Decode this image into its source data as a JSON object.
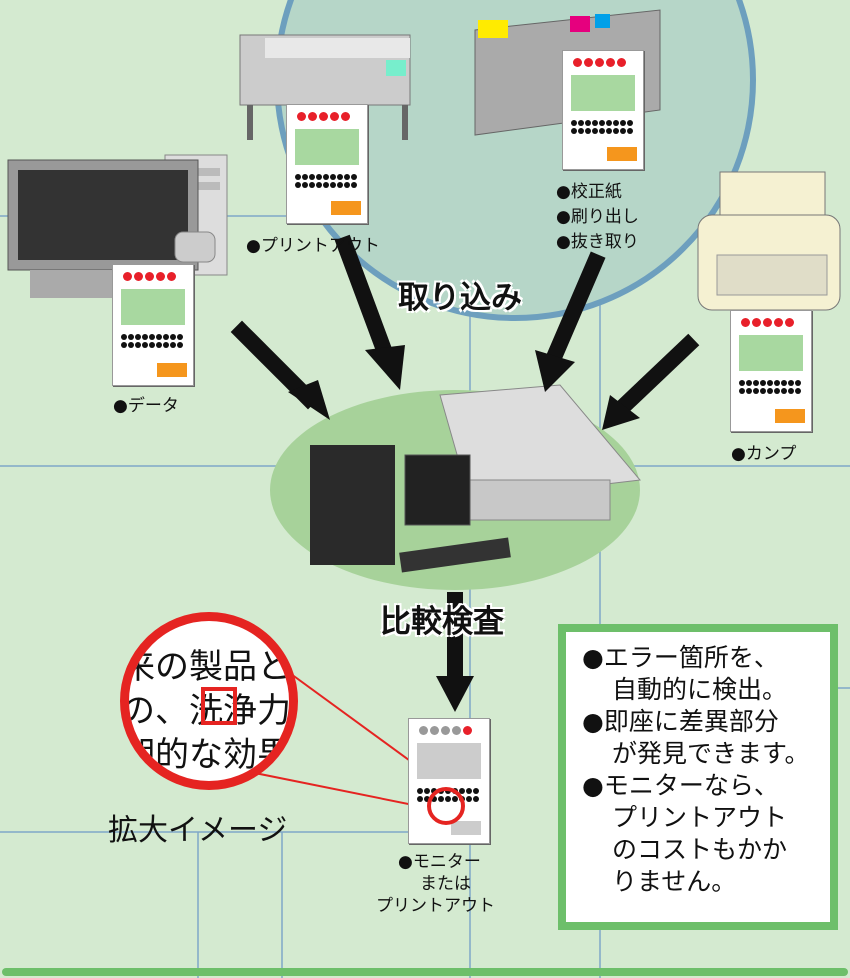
{
  "labels": {
    "printout": "●プリントアウト",
    "proof_lines": [
      "●校正紙",
      "●刷り出し",
      "●抜き取り"
    ],
    "data": "●データ",
    "kanpu": "●カンプ",
    "import_title": "取り込み",
    "compare_title": "比較検査",
    "monitor_lines": [
      "●モニター",
      "または",
      "プリントアウト"
    ],
    "zoom_label": "拡大イメージ"
  },
  "benefits": [
    "●エラー箇所を、",
    "自動的に検出。",
    "●即座に差異部分",
    "が発見できます。",
    "●モニターなら、",
    "プリントアウト",
    "のコストもかか",
    "りません。"
  ],
  "magnifier_text": [
    "来の製品と",
    "の、洗浄力",
    "期的な効果"
  ],
  "colors": {
    "background": "#d4ead0",
    "accent_red": "#e52421",
    "accent_green": "#6dbf6a",
    "orange": "#f5961d",
    "grid_line": "#7fa8c8"
  }
}
